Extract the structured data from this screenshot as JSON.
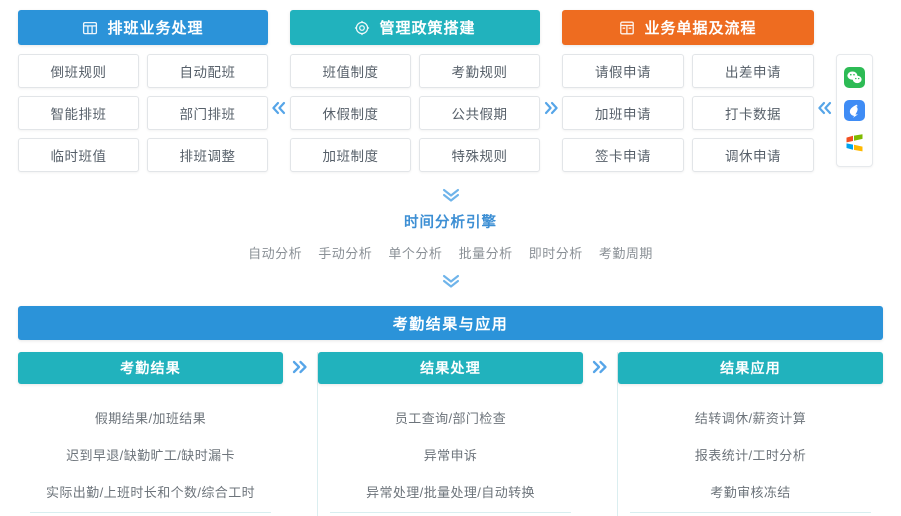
{
  "theme": {
    "blue": "#2b93d9",
    "teal": "#21b2bd",
    "orange": "#ee6c20",
    "banner_blue": "#2b93d9",
    "chevron_blue": "#56a5e8",
    "tile_text": "#57606a",
    "tile_border": "#e2e5e8",
    "separator": "#d9eef0"
  },
  "top_panels": [
    {
      "id": "scheduling",
      "title": "排班业务处理",
      "icon": "calendar-icon",
      "color": "#2b93d9",
      "tiles": [
        "倒班规则",
        "自动配班",
        "智能排班",
        "部门排班",
        "临时班值",
        "排班调整"
      ]
    },
    {
      "id": "policy",
      "title": "管理政策搭建",
      "icon": "gear-target-icon",
      "color": "#21b2bd",
      "tiles": [
        "班值制度",
        "考勤规则",
        "休假制度",
        "公共假期",
        "加班制度",
        "特殊规则"
      ]
    },
    {
      "id": "documents",
      "title": "业务单据及流程",
      "icon": "form-document-icon",
      "color": "#ee6c20",
      "tiles": [
        "请假申请",
        "出差申请",
        "加班申请",
        "打卡数据",
        "签卡申请",
        "调休申请"
      ]
    }
  ],
  "panel_separators": [
    {
      "name": "chevron-left-double-1",
      "direction": "left"
    },
    {
      "name": "chevron-right-double-2",
      "direction": "right"
    },
    {
      "name": "chevron-left-double-3",
      "direction": "left"
    }
  ],
  "app_rail": [
    {
      "name": "wechat-icon",
      "color": "#2dbb55"
    },
    {
      "name": "dingtalk-icon",
      "color": "#3f8cf5"
    },
    {
      "name": "windows-icon",
      "color": "#f6a623"
    }
  ],
  "engine": {
    "arrow_top": "chevron-down-double-icon",
    "title": "时间分析引擎",
    "items": [
      "自动分析",
      "手动分析",
      "单个分析",
      "批量分析",
      "即时分析",
      "考勤周期"
    ],
    "arrow_bottom": "chevron-down-double-icon"
  },
  "result_banner": {
    "title": "考勤结果与应用"
  },
  "bottom_columns": [
    {
      "id": "result",
      "title": "考勤结果",
      "color": "#21b2bd",
      "lines": [
        "假期结果/加班结果",
        "迟到早退/缺勤旷工/缺时漏卡",
        "实际出勤/上班时长和个数/综合工时"
      ]
    },
    {
      "id": "processing",
      "title": "结果处理",
      "color": "#21b2bd",
      "lines": [
        "员工查询/部门检查",
        "异常申诉",
        "异常处理/批量处理/自动转换"
      ]
    },
    {
      "id": "application",
      "title": "结果应用",
      "color": "#21b2bd",
      "lines": [
        "结转调休/薪资计算",
        "报表统计/工时分析",
        "考勤审核冻结"
      ]
    }
  ],
  "bottom_separators": [
    {
      "name": "chevron-right-double-b1",
      "direction": "right"
    },
    {
      "name": "chevron-right-double-b2",
      "direction": "right"
    }
  ]
}
